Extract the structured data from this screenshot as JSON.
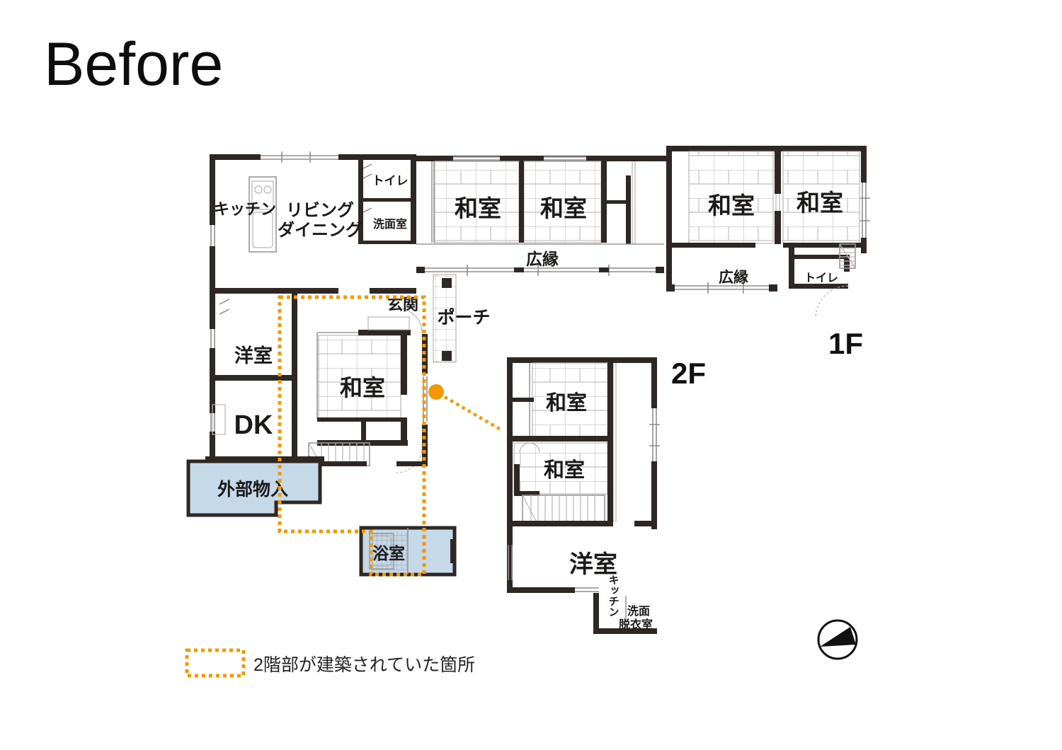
{
  "title": "Before",
  "floor1": {
    "label": "1F",
    "kitchen": "キッチン",
    "living_line1": "リビング",
    "living_line2": "ダイニング",
    "toilet_a": "トイレ",
    "washroom": "洗面室",
    "washitsu_a": "和室",
    "washitsu_b": "和室",
    "hiroen_a": "広縁",
    "washitsu_c": "和室",
    "washitsu_d": "和室",
    "hiroen_b": "広縁",
    "toilet_b": "トイレ",
    "genkan": "玄関",
    "porch": "ポーチ",
    "yoshitsu": "洋室",
    "dk": "DK",
    "washitsu_e": "和室",
    "storage": "外部物入",
    "bath": "浴室"
  },
  "floor2": {
    "label": "2F",
    "washitsu_a": "和室",
    "washitsu_b": "和室",
    "yoshitsu": "洋室",
    "kitchen": "キッチン",
    "washroom_line1": "洗面",
    "washroom_line2": "脱衣室"
  },
  "legend": {
    "text": "2階部が建築されていた箇所"
  },
  "colors": {
    "wall": "#2e2723",
    "accent_orange": "#f39800",
    "room_blue": "#c5d9e9"
  }
}
